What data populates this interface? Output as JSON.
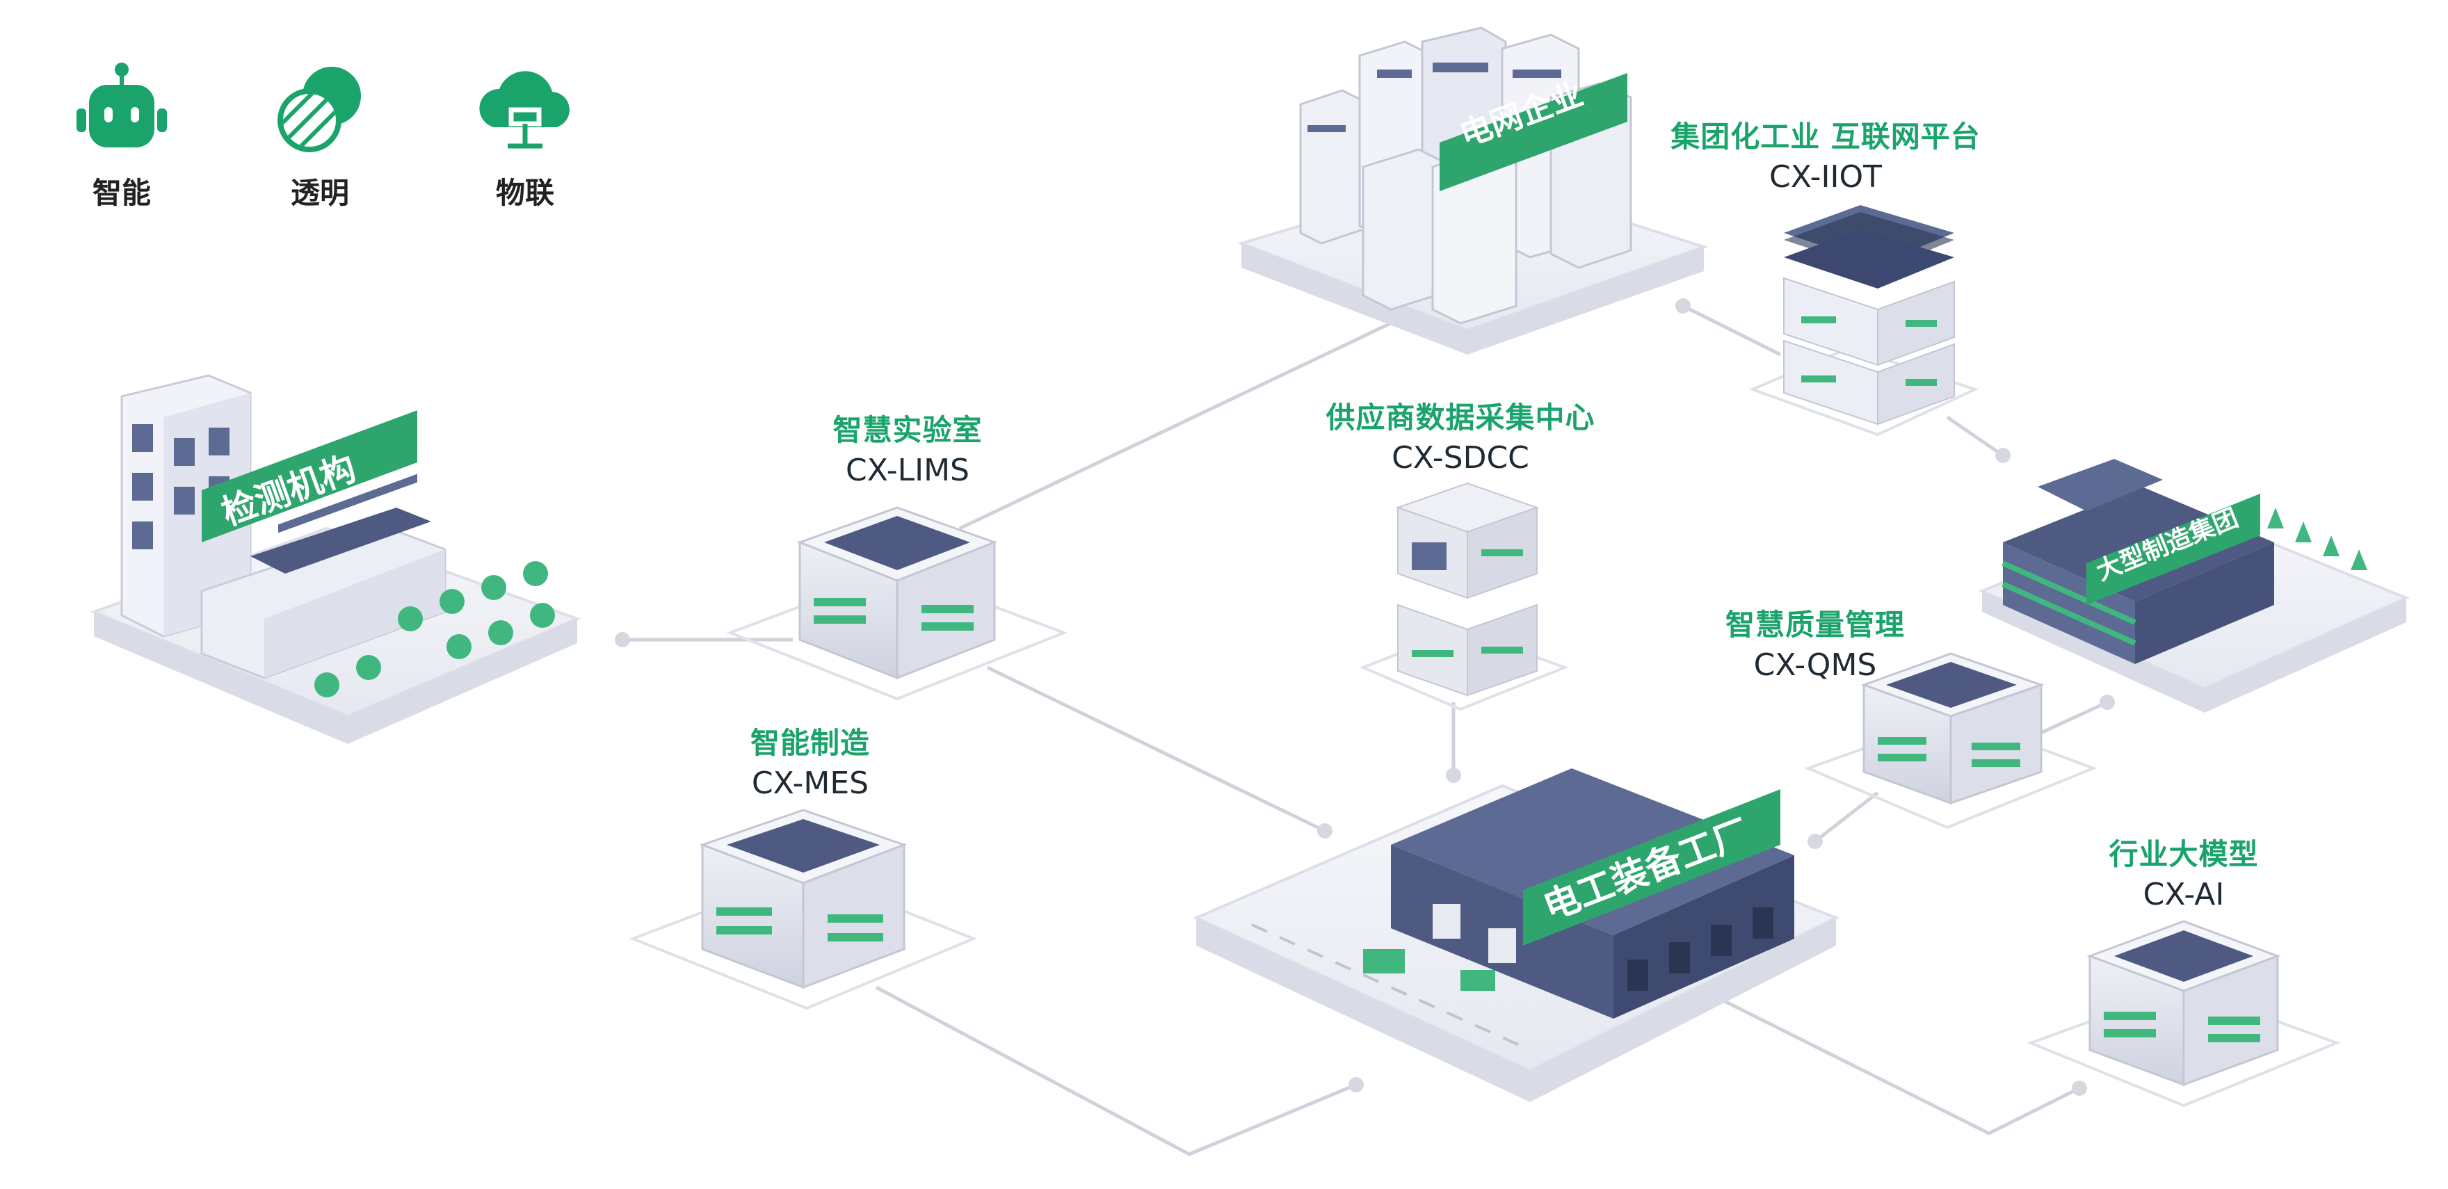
{
  "legend": [
    {
      "label": "智能",
      "icon": "robot-icon"
    },
    {
      "label": "透明",
      "icon": "transparency-icon"
    },
    {
      "label": "物联",
      "icon": "iot-cloud-icon"
    }
  ],
  "buildings": {
    "grid": "电网企业",
    "testing": "检测机构",
    "manufacturing_group": "大型制造集团",
    "factory": "电工装备工厂"
  },
  "systems": {
    "iiot": {
      "cn": "集团化工业 互联网平台",
      "en": "CX-IIOT"
    },
    "lims": {
      "cn": "智慧实验室",
      "en": "CX-LIMS"
    },
    "sdcc": {
      "cn": "供应商数据采集中心",
      "en": "CX-SDCC"
    },
    "mes": {
      "cn": "智能制造",
      "en": "CX-MES"
    },
    "qms": {
      "cn": "智慧质量管理",
      "en": "CX-QMS"
    },
    "ai": {
      "cn": "行业大模型",
      "en": "CX-AI"
    }
  },
  "colors": {
    "accent": "#1aa36a",
    "dark": "#4a5578",
    "light": "#e8eaf2",
    "line": "#c9ccd6"
  }
}
